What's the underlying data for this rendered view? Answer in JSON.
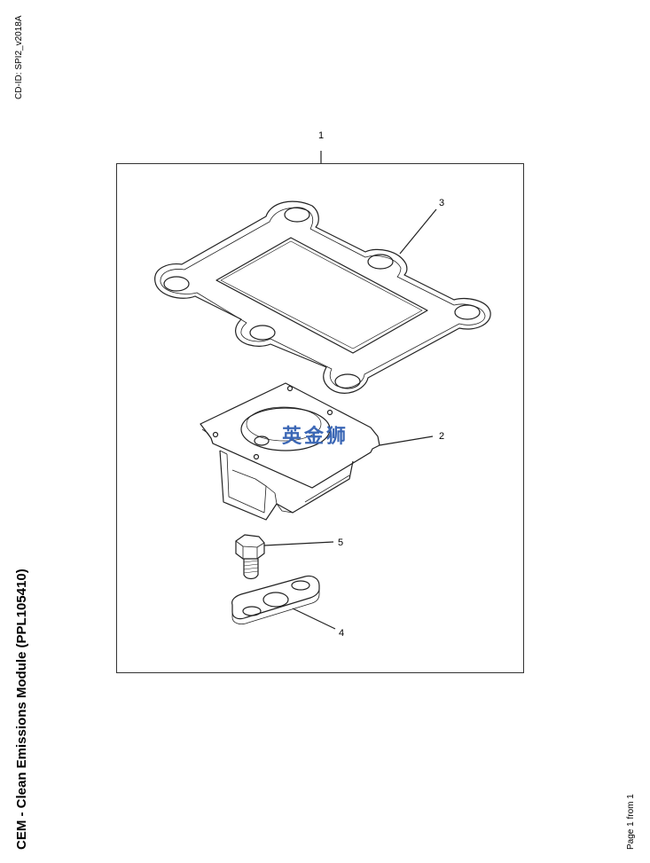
{
  "header": {
    "cd_id": "CD-ID: SPI2_v2018A"
  },
  "document": {
    "title": "CEM - Clean Emissions Module (PPL105410)"
  },
  "footer": {
    "page": "Page 1 from 1"
  },
  "callouts": {
    "kit": "1",
    "housing": "2",
    "gasket": "3",
    "plate": "4",
    "bolt": "5"
  },
  "watermark": {
    "text": "英金狮",
    "color": "#3b67b5"
  }
}
